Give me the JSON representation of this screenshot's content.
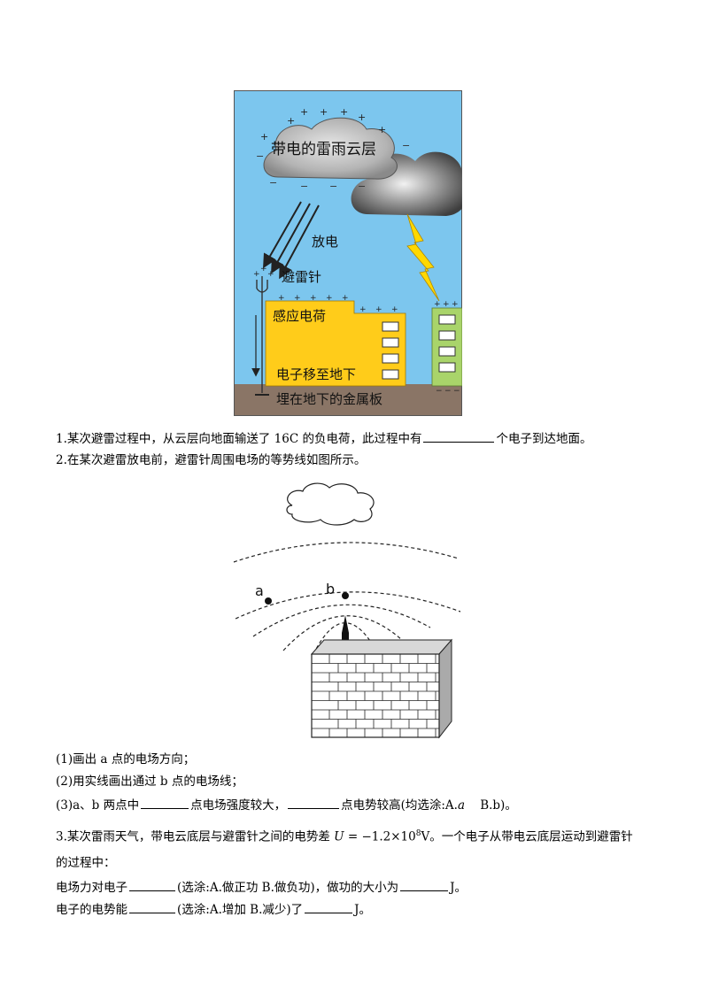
{
  "figure1": {
    "label_cloud": "带电的雷雨云层",
    "label_discharge": "放电",
    "label_rod": "避雷针",
    "label_induced": "感应电荷",
    "label_electrons": "电子移至地下",
    "label_plate": "埋在地下的金属板",
    "plus": "+",
    "minus": "−",
    "colors": {
      "sky": "#7cc6ee",
      "building": "#ffcc1a",
      "ground": "#8a7566",
      "tower": "#a9d46a",
      "bolt": "#ffd800"
    }
  },
  "figure2": {
    "point_a": "a",
    "point_b": "b"
  },
  "q1": {
    "text_before": "1.某次避雷过程中，从云层向地面输送了 16C 的负电荷，此过程中有",
    "text_after": "个电子到达地面。"
  },
  "q2": {
    "intro": "2.在某次避雷放电前，避雷针周围电场的等势线如图所示。",
    "sub1": "(1)画出 a 点的电场方向；",
    "sub2": "(2)用实线画出通过 b 点的电场线；",
    "sub3_part1": "(3)a、b 两点中",
    "sub3_part2": "点电场强度较大，",
    "sub3_part3": "点电势较高(均选涂:A.",
    "sub3_a": "a",
    "sub3_part4": "B.b)。"
  },
  "q3": {
    "intro_part1": "3.某次雷雨天气，带电云底层与避雷针之间的电势差 ",
    "var_u": "U",
    "eq": " = −1.2×10",
    "exp": "8",
    "intro_part2": "V。一个电子从带电云底层运动到避雷针",
    "intro_line2": "的过程中：",
    "line1_part1": "电场力对电子",
    "line1_part2": "(选涂:A.做正功    B.做负功)，做功的大小为",
    "line1_part3": "J。",
    "line2_part1": "电子的电势能",
    "line2_part2": "(选涂:A.增加    B.减少)了",
    "line2_part3": "J。"
  }
}
